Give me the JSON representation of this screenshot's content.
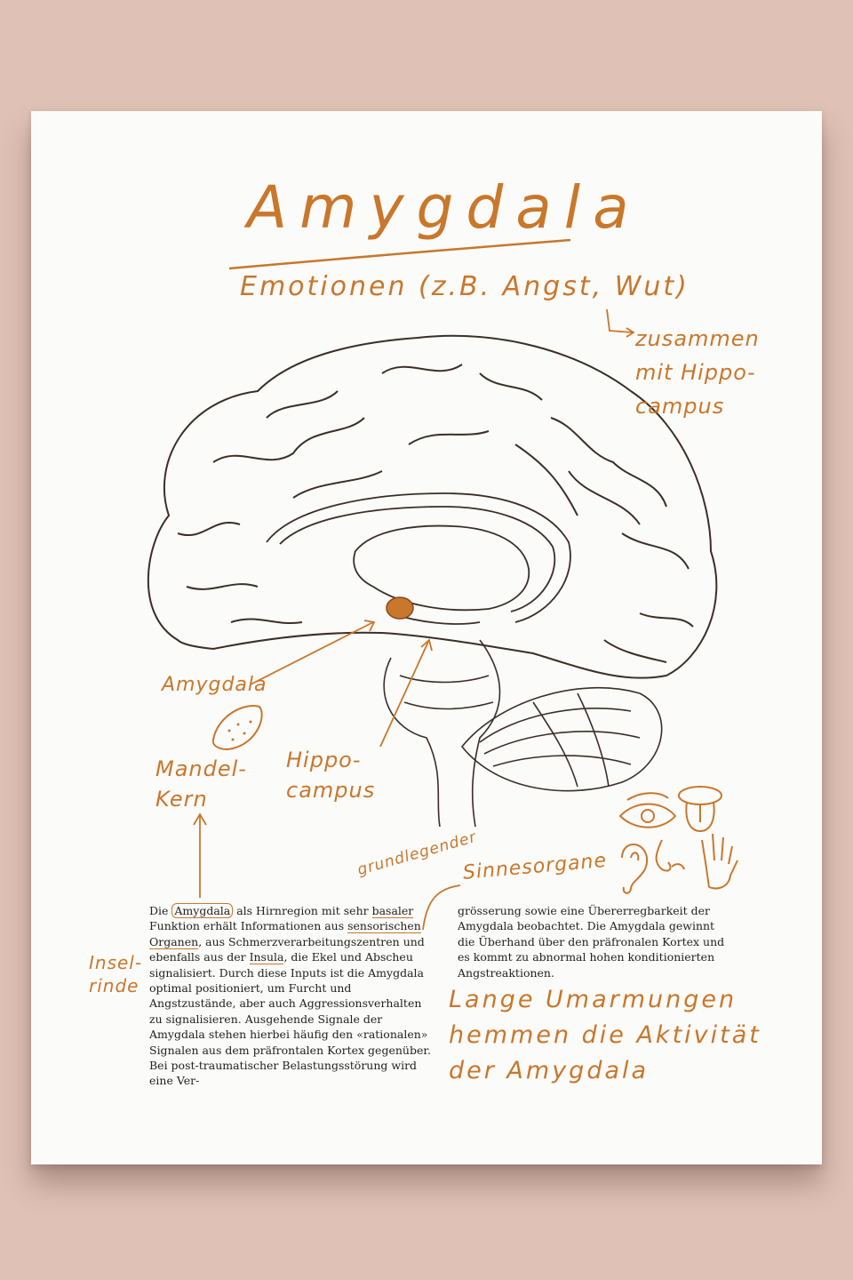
{
  "title": "Amygdala",
  "subtitle": "Emotionen (z.B. Angst, Wut)",
  "note_right": "zusammen\nmit Hippo-\ncampus",
  "labels": {
    "amygdala": "Amygdala",
    "mandelkern": "Mandel-\nKern",
    "hippocampus": "Hippo-\ncampus",
    "grundlegender": "grundlegender",
    "sinnesorgane": "Sinnesorgane",
    "inselrinde": "Insel-\nrinde",
    "bottom_note": "Lange Umarmungen\nhemmen die Aktivität\nder Amygdala"
  },
  "text": {
    "c1_a": "Die ",
    "c1_amyg": "Amygdala",
    "c1_b": " als Hirnregion mit sehr ",
    "c1_basaler": "basaler",
    "c1_c": " Funktion erhält Informationen aus ",
    "c1_sens": "sensorischen Organen",
    "c1_d": ", aus Schmerzverarbeitungszentren und ebenfalls aus der ",
    "c1_insula": "Insula",
    "c1_e": ", die Ekel und Abscheu signalisiert. Durch diese Inputs ist die Amygdala optimal positioniert, um Furcht und Angstzustände, aber auch Aggressionsverhalten zu signalisieren. Ausgehende Signale der Amygdala stehen hierbei häufig den «rationalen» Signalen aus dem präfrontalen Kortex gegenüber. Bei post-traumatischer Belastungsstörung wird eine Ver-",
    "col2": "grösserung sowie eine Übererregbarkeit der Amygdala beobachtet. Die Amygdala gewinnt die Überhand über den präfronalen Kortex und es kommt zu abnormal hohen konditionierten Angstreaktionen."
  },
  "colors": {
    "accent": "#c9772b",
    "background": "#dfc2b5",
    "paper": "#fbfbfa",
    "ink": "#3a2f28"
  },
  "icons": [
    "brain-illustration",
    "amygdala-almond-icon",
    "eye-icon",
    "tongue-icon",
    "ear-icon",
    "nose-icon",
    "hand-icon"
  ]
}
